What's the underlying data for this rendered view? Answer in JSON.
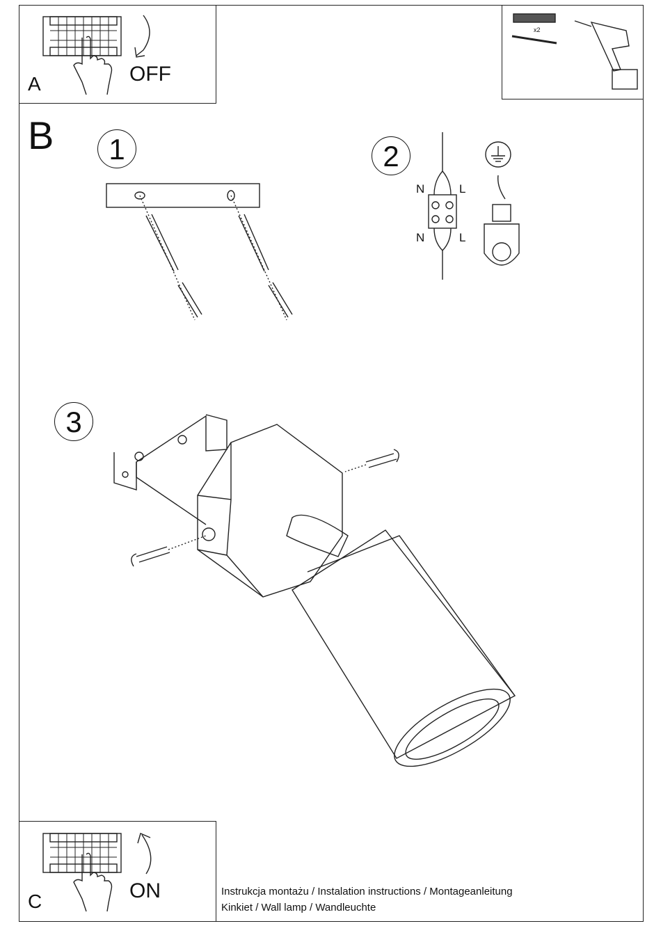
{
  "panel_a": {
    "letter": "A",
    "switch_state": "OFF"
  },
  "panel_b": {
    "letter": "B",
    "steps": [
      "1",
      "2",
      "3"
    ]
  },
  "panel_c": {
    "letter": "C",
    "switch_state": "ON"
  },
  "tools": {
    "anchor_count": "x2"
  },
  "wiring": {
    "neutral_top": "N",
    "live_top": "L",
    "neutral_bottom": "N",
    "live_bottom": "L"
  },
  "captions": {
    "line1": "Instrukcja montażu / Instalation instructions / Montageanleitung",
    "line2": "Kinkiet  / Wall lamp / Wandleuchte"
  }
}
